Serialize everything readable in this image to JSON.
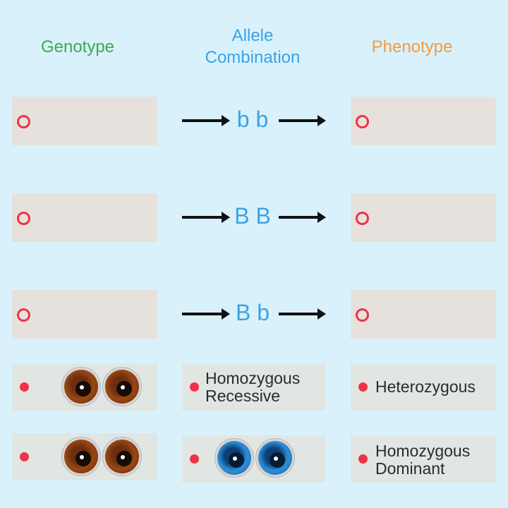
{
  "headers": {
    "genotype": "Genotype",
    "allele_combination": "Allele\nCombination",
    "phenotype": "Phenotype"
  },
  "rows": [
    {
      "allele": "b b"
    },
    {
      "allele": "B B"
    },
    {
      "allele": "B b"
    }
  ],
  "options": {
    "homozygous_recessive": "Homozygous\nRecessive",
    "heterozygous": "Heterozygous",
    "homozygous_dominant": "Homozygous\nDominant"
  },
  "colors": {
    "background": "#d9f1fb",
    "genotype_header": "#3daa4f",
    "allele_header": "#3ba3e2",
    "phenotype_header": "#f59b3c",
    "marker": "#ef3345"
  },
  "icons": {
    "eye_pair_brown": "brown-eyes-icon",
    "eye_pair_blue": "blue-eyes-icon"
  }
}
